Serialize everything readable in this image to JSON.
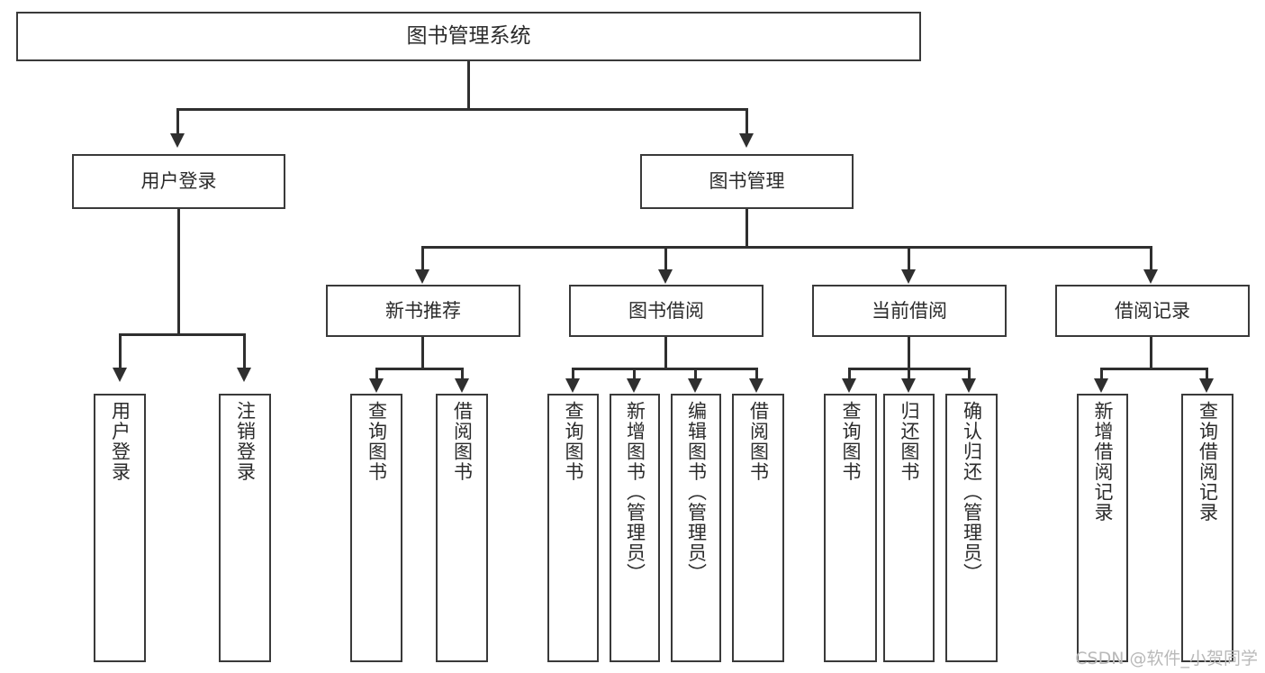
{
  "diagram": {
    "title": "图书管理系统",
    "type": "tree-hierarchy-diagram",
    "root": {
      "label": "图书管理系统"
    },
    "level2": [
      {
        "label": "用户登录"
      },
      {
        "label": "图书管理"
      }
    ],
    "level3": [
      {
        "label": "新书推荐"
      },
      {
        "label": "图书借阅"
      },
      {
        "label": "当前借阅"
      },
      {
        "label": "借阅记录"
      }
    ],
    "leaves": {
      "user_login": [
        {
          "label": "用户登录"
        },
        {
          "label": "注销登录"
        }
      ],
      "new_book_recommend": [
        {
          "label": "查询图书"
        },
        {
          "label": "借阅图书"
        }
      ],
      "book_borrow": [
        {
          "label": "查询图书"
        },
        {
          "label": "新增图书（管理员）"
        },
        {
          "label": "编辑图书（管理员）"
        },
        {
          "label": "借阅图书"
        }
      ],
      "current_borrow": [
        {
          "label": "查询图书"
        },
        {
          "label": "归还图书"
        },
        {
          "label": "确认归还（管理员）"
        }
      ],
      "borrow_record": [
        {
          "label": "新增借阅记录"
        },
        {
          "label": "查询借阅记录"
        }
      ]
    }
  },
  "watermark": {
    "text": "CSDN @软件_小贺同学"
  },
  "colors": {
    "box_border": "#3a3a3a",
    "connector": "#2f2f2f",
    "text": "#2b2b2b",
    "background": "#ffffff",
    "watermark": "#b9b9b9"
  }
}
